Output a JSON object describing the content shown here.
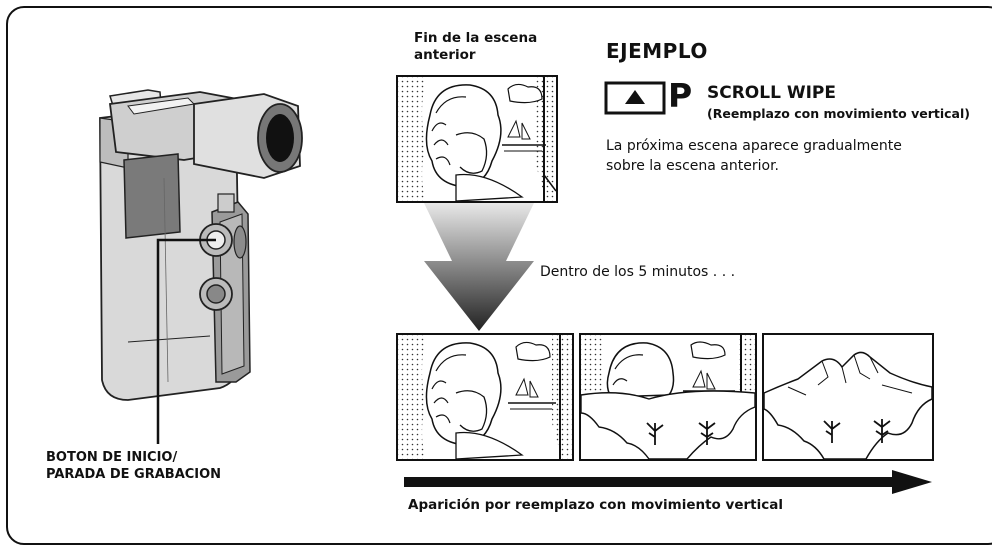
{
  "scene_label": [
    "Fin de la escena",
    "anterior"
  ],
  "example": {
    "title": "EJEMPLO",
    "mode_letter": "P",
    "effect_name": "SCROLL WIPE",
    "effect_subtitle": "(Reemplazo con movimiento vertical)",
    "description": [
      "La próxima escena aparece gradualmente",
      "sobre la escena anterior."
    ]
  },
  "within_text": "Dentro de los 5 minutos . . .",
  "button_label": [
    "BOTON DE INICIO/",
    "PARADA DE GRABACION"
  ],
  "caption": "Aparición por reemplazo con movimiento vertical",
  "icons": [
    "camcorder-illustration",
    "up-arrow-icon",
    "down-arrow",
    "right-arrow"
  ]
}
